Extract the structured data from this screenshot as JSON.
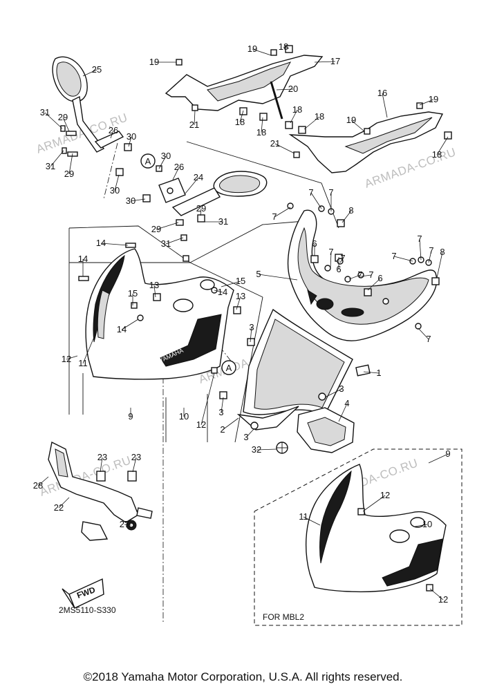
{
  "diagram": {
    "code": "2MS5110-S330",
    "fwd_label": "FWD",
    "variant_label": "FOR MBL2",
    "circle_ref": "A",
    "watermark": "ARMADA-CO.RU",
    "brand_mark": "YAMAHA",
    "callouts": [
      "1",
      "2",
      "3",
      "4",
      "5",
      "6",
      "7",
      "8",
      "9",
      "10",
      "11",
      "12",
      "13",
      "14",
      "15",
      "16",
      "17",
      "18",
      "19",
      "20",
      "21",
      "22",
      "23",
      "24",
      "25",
      "26",
      "27",
      "28",
      "29",
      "30",
      "31",
      "32"
    ]
  },
  "copyright": "©2018 Yamaha Motor Corporation, U.S.A. All rights reserved."
}
